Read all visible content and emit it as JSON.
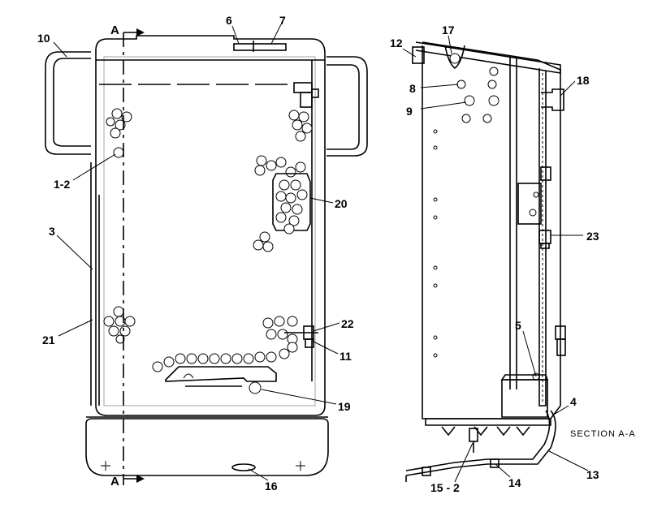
{
  "callouts": {
    "c10": "10",
    "c6": "6",
    "c7": "7",
    "c12": "12",
    "c17": "17",
    "c18": "18",
    "c8": "8",
    "c9": "9",
    "c1_2": "1-2",
    "c20": "20",
    "c3": "3",
    "c23": "23",
    "c5": "5",
    "c21": "21",
    "c22": "22",
    "c11": "11",
    "c4": "4",
    "c19": "19",
    "c13": "13",
    "c15_2": "15 - 2",
    "c14": "14",
    "c16": "16"
  },
  "section": {
    "arrow_top": "A",
    "arrow_bottom": "A",
    "label": "SECTION A-A"
  }
}
